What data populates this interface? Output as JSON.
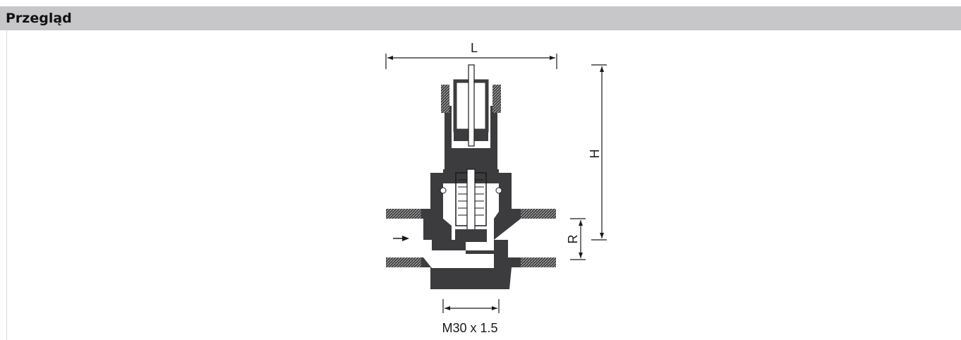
{
  "section": {
    "title": "Przegląd"
  },
  "diagram": {
    "labels": {
      "length": "L",
      "height": "H",
      "connection": "R",
      "thread": "M30 x 1.5"
    }
  },
  "colors": {
    "header_bg": "#c7c7c9",
    "body_fill": "#3c3c3e",
    "line": "#1a1a1a"
  }
}
